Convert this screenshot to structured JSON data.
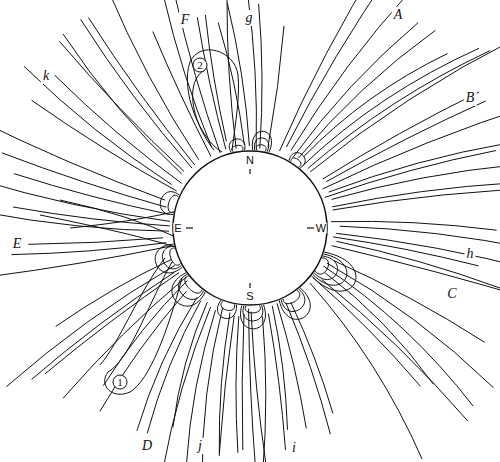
{
  "diagram": {
    "labels": [
      "F",
      "g",
      "A",
      "k",
      "2",
      "N",
      "B",
      "E",
      "E",
      "W",
      "h",
      "1",
      "S",
      "C",
      "D",
      "j",
      "i"
    ]
  }
}
